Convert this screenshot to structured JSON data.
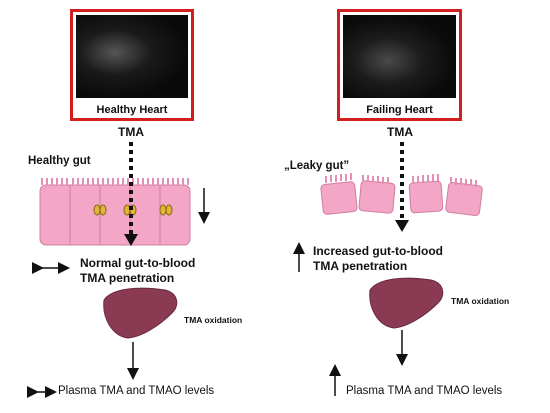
{
  "left": {
    "heart_caption": "Healthy Heart",
    "tma": "TMA",
    "gut_label": "Healthy gut",
    "penetration_line1": "Normal gut-to-blood",
    "penetration_line2": "TMA  penetration",
    "oxidation": "TMA oxidation",
    "plasma": "Plasma TMA and TMAO levels"
  },
  "right": {
    "heart_caption": "Failing Heart",
    "tma": "TMA",
    "gut_label": "„Leaky gut”",
    "penetration_line1": "Increased gut-to-blood",
    "penetration_line2": "TMA  penetration",
    "oxidation": "TMA oxidation",
    "plasma": "Plasma TMA and TMAO levels"
  },
  "colors": {
    "frame": "#d31f1f",
    "gut": "#f3a6c6",
    "liver": "#8a3a52"
  }
}
